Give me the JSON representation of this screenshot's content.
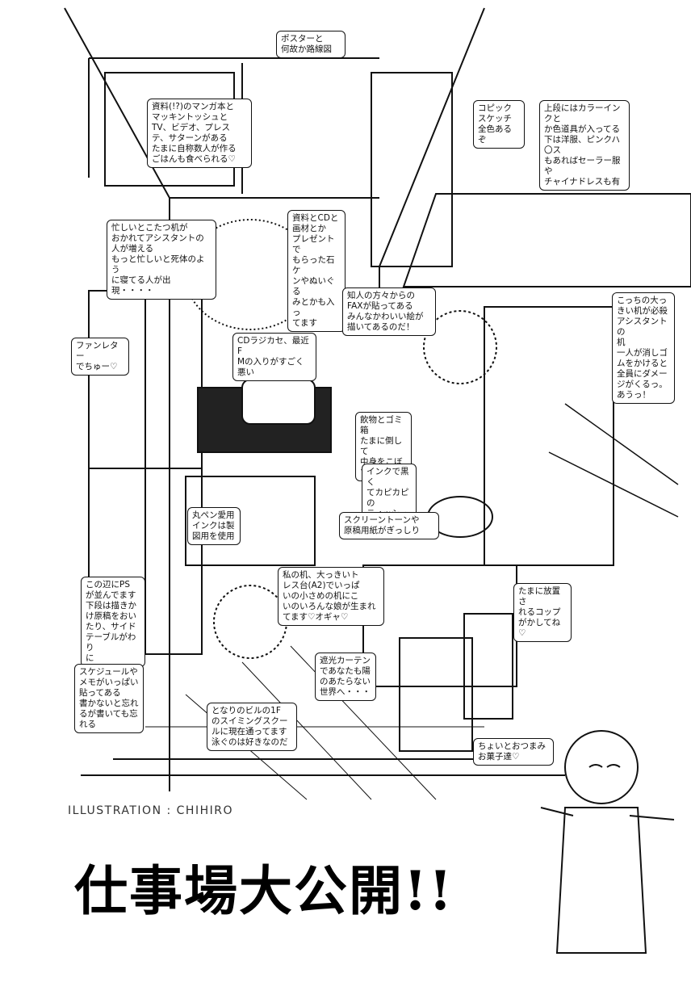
{
  "title": "仕事場大公開!!",
  "credit": "ILLUSTRATION : CHIHIRO",
  "callouts": {
    "poster": "ポスターと\n何故か路線図",
    "materials": "資料(!?)のマンガ本と\nマッキントッシュと\nTV、ビデオ、プレス\nテ、サターンがある\nたまに自称数人が作る\nごはんも食べられる♡",
    "copic": "コピック\nスケッチ\n全色あるぞ",
    "upper_shelf": "上段にはカラーインクと\nか色道具が入ってる\n下は洋服、ピンクハ〇ス\nもあればセーラー服や\nチャイナドレスも有",
    "kotatsu": "忙しいとこたつ机が\nおかれてアシスタントの\n人が増える\nもっと忙しいと死体のよう\nに寝てる人が出現・・・・",
    "cd": "資料とCDと\n画材とか\nプレゼントで\nもらった石ケ\nンやぬいぐる\nみとかも入っ\nてます",
    "fax": "知人の方々からの\nFAXが貼ってある\nみんなかわいい絵が\n描いてあるのだ！",
    "assistant_desk": "こっちの大っ\nきい机が必殺\nアシスタントの\n机\n一人が消しゴ\nムをかけると\n全員にダメー\nジがくるっ。\nあうっ！",
    "fan_letter": "ファンレター\nでちゅー♡",
    "radio": "CDラジカセ、最近F\nMの入りがすごく悪い",
    "trash": "飲物とゴミ箱\nたまに倒して\n中身をこぼす",
    "tissue": "インクで黒く\nてカピカピの\nティッシュ",
    "pen": "丸ペン愛用\nインクは製\n図用を使用",
    "screentone": "スクリーントーンや\n原稿用紙がぎっしり",
    "my_desk": "私の机、大っきいト\nレス台(A2)でいっぱ\nいの小さめの机にこ\nいのいろんな娘が生まれ\nてます♡オギャ♡",
    "ps": "この辺にPS\nが並んでます\n下段は描きか\nけ原稿をおい\nたり、サイド\nテーブルがわり\nに",
    "cup": "たまに放置さ\nれるコップ\nがかしてね♡",
    "curtain": "遮光カーテン\nであなたも陽\nのあたらない\n世界へ・・・",
    "schedule": "スケジュールや\nメモがいっぱい\n貼ってある\n書かないと忘れ\nるが書いても忘\nれる",
    "swimming": "となりのビルの1F\nのスイミングスクー\nルに現在通ってます\n泳ぐのは好きなのだ",
    "snacks": "ちょいとおつまみ\nお菓子達♡"
  }
}
